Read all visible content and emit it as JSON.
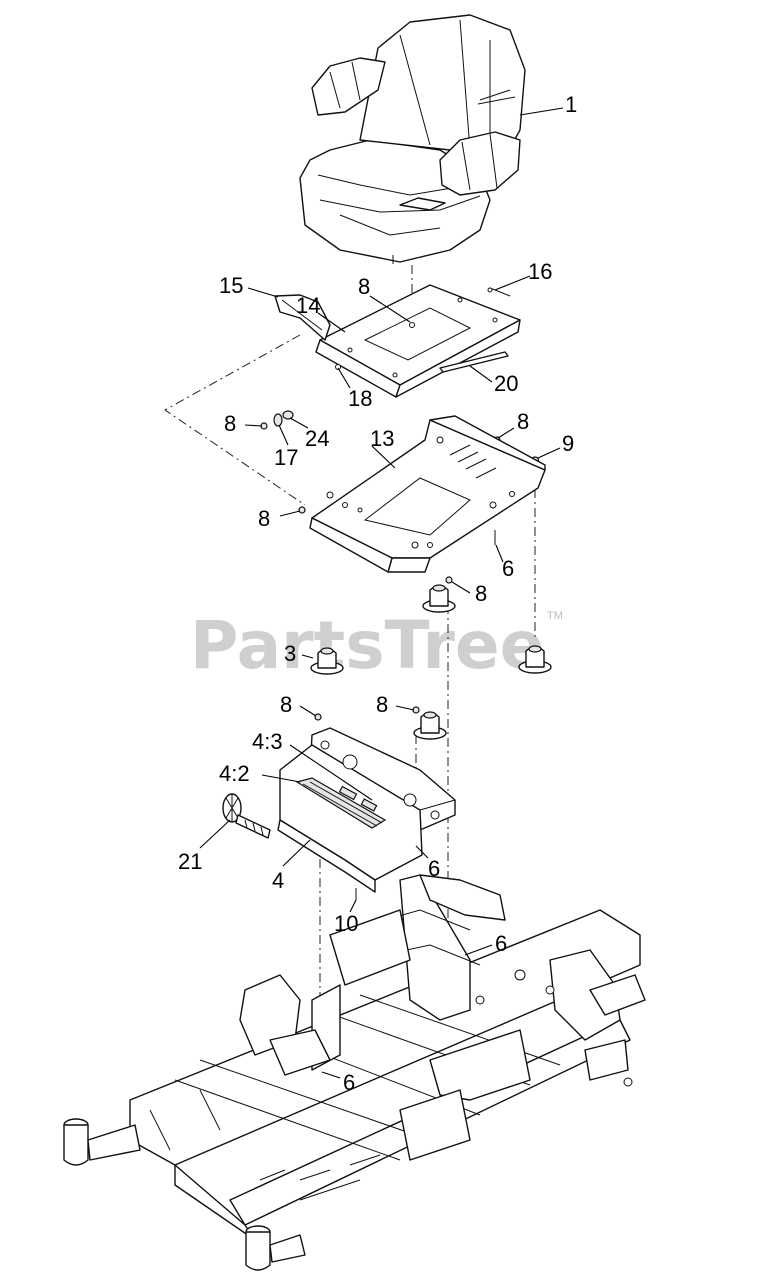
{
  "watermark": {
    "text": "PartsTree",
    "tm": "TM"
  },
  "callouts": [
    {
      "id": "c1",
      "text": "1"
    },
    {
      "id": "c8a",
      "text": "8"
    },
    {
      "id": "c16",
      "text": "16"
    },
    {
      "id": "c14",
      "text": "14"
    },
    {
      "id": "c15",
      "text": "15"
    },
    {
      "id": "c18",
      "text": "18"
    },
    {
      "id": "c20",
      "text": "20"
    },
    {
      "id": "c8b",
      "text": "8"
    },
    {
      "id": "c24",
      "text": "24"
    },
    {
      "id": "c17",
      "text": "17"
    },
    {
      "id": "c8c",
      "text": "8"
    },
    {
      "id": "c9",
      "text": "9"
    },
    {
      "id": "c13",
      "text": "13"
    },
    {
      "id": "c8d",
      "text": "8"
    },
    {
      "id": "c6a",
      "text": "6"
    },
    {
      "id": "c8e",
      "text": "8"
    },
    {
      "id": "c3",
      "text": "3"
    },
    {
      "id": "c8f",
      "text": "8"
    },
    {
      "id": "c8g",
      "text": "8"
    },
    {
      "id": "c43",
      "text": "4:3"
    },
    {
      "id": "c42",
      "text": "4:2"
    },
    {
      "id": "c21",
      "text": "21"
    },
    {
      "id": "c4",
      "text": "4"
    },
    {
      "id": "c6b",
      "text": "6"
    },
    {
      "id": "c10",
      "text": "10"
    },
    {
      "id": "c6c",
      "text": "6"
    },
    {
      "id": "c6d",
      "text": "6"
    }
  ]
}
